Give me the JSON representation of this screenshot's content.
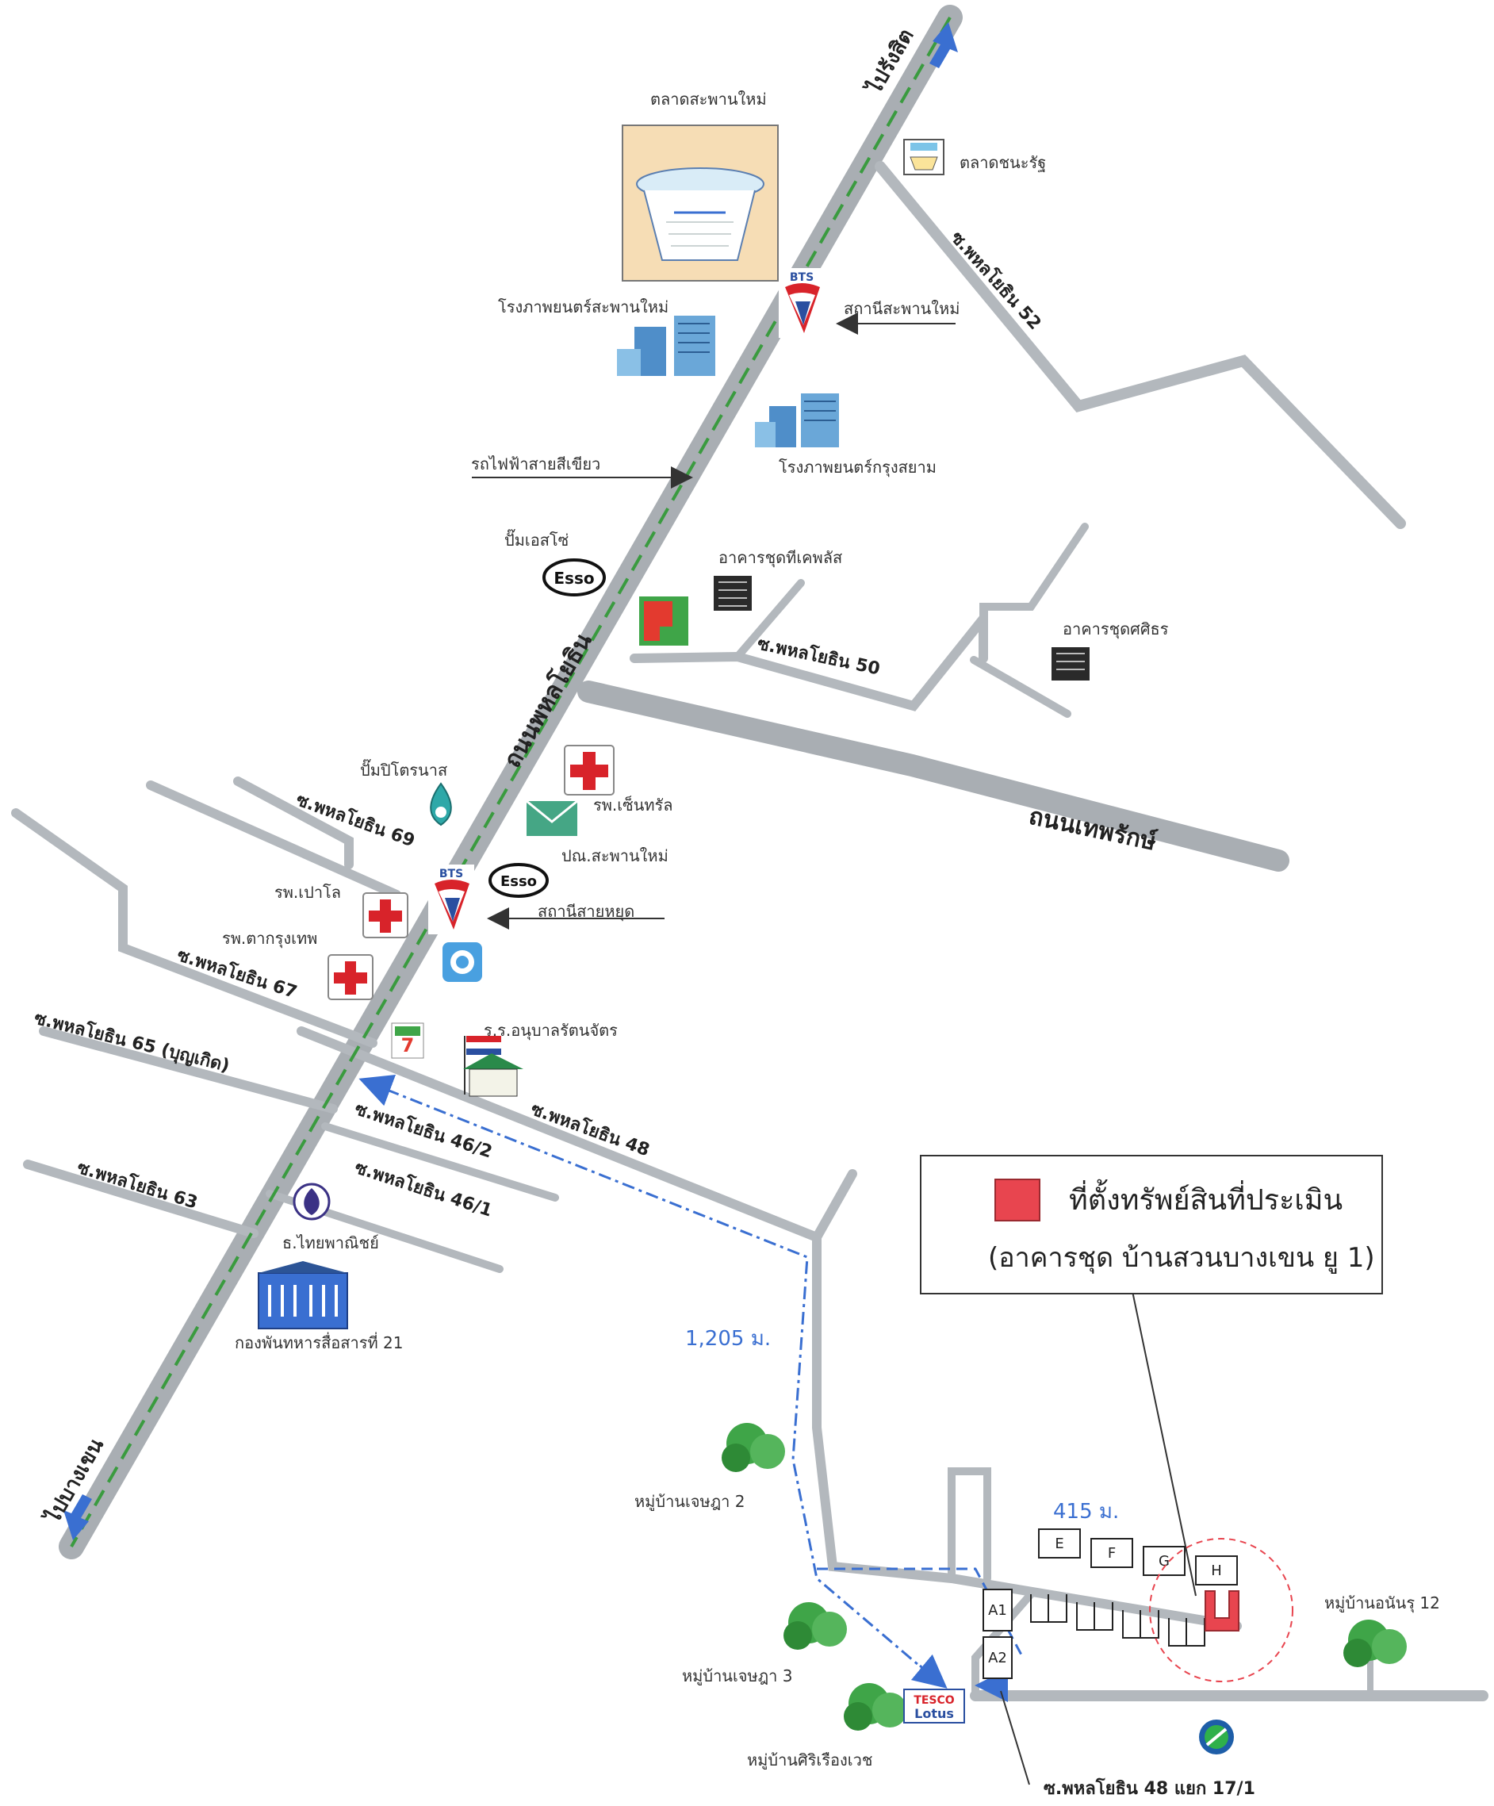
{
  "roads": {
    "main": "ถนนพหลโยธิน",
    "to_rangsit": "ไปรังสิต",
    "to_bangkhen": "ไปบางเขน",
    "thepharak": "ถนนเทพรักษ์",
    "soi_52": "ซ.พหลโยธิน 52",
    "soi_50": "ซ.พหลโยธิน 50",
    "soi_69": "ซ.พหลโยธิน 69",
    "soi_67": "ซ.พหลโยธิน 67",
    "soi_65": "ซ.พหลโยธิน 65 (บุญเกิด)",
    "soi_63": "ซ.พหลโยธิน 63",
    "soi_48": "ซ.พหลโยธิน 48",
    "soi_46_2": "ซ.พหลโยธิน 46/2",
    "soi_46_1": "ซ.พหลโยธิน 46/1",
    "soi_48_17_1": "ซ.พหลโยธิน 48 แยก 17/1"
  },
  "places": {
    "saphan_mai_market": "ตลาดสะพานใหม่",
    "chana_rat_market": "ตลาดชนะรัฐ",
    "saphan_mai_cinema": "โรงภาพยนตร์สะพานใหม่",
    "saphan_mai_station": "สถานีสะพานใหม่",
    "krungsiam_cinema": "โรงภาพยนตร์กรุงสยาม",
    "green_line": "รถไฟฟ้าสายสีเขียว",
    "esso_pump": "ปั๊มเอสโซ่",
    "condo_tk": "อาคารชุดทีเคพลัส",
    "condo_sathorn": "อาคารชุดศศิธร",
    "ptt_pump": "ปั๊มปิโตรนาส",
    "hospital_1": "รพ.เซ็นทรัล",
    "post_office": "ปณ.สะพานใหม่",
    "saphan_mai_hosp": "รพ.เปาโล",
    "saihut_station": "สถานีสายหยุด",
    "hospital_krung": "รพ.ตากรุงเทพ",
    "kindergarten": "ร.ร.อนุบาลรัตนจัตร",
    "scb_bank": "ธ.ไทยพาณิชย์",
    "army_office": "กองพันทหารสื่อสารที่ 21",
    "village_2": "หมู่บ้านเจษฎา 2",
    "village_3": "หมู่บ้านเจษฎา 3",
    "village_12": "หมู่บ้านอนันรุ 12",
    "village_siri": "หมู่บ้านศิริเรืองเวช"
  },
  "distances": {
    "d1": "1,205 ม.",
    "d2": "415 ม."
  },
  "buildings": [
    "E",
    "F",
    "G",
    "H",
    "A1",
    "A2"
  ],
  "legend": {
    "line1": "ที่ตั้งทรัพย์สินที่ประเมิน",
    "line2": "(อาคารชุด บ้านสวนบางเขน ยู 1)"
  },
  "icons": {
    "bts": "BTS",
    "esso": "Esso",
    "lotus": "Lotus",
    "tesco": "TESCO"
  },
  "colors": {
    "road": "#b3b8bd",
    "road_edge": "#8d949a",
    "main_line": "#3a9b3f",
    "route": "#3a6fd1",
    "subject": "#e8454f",
    "hospital": "#d8232a"
  }
}
